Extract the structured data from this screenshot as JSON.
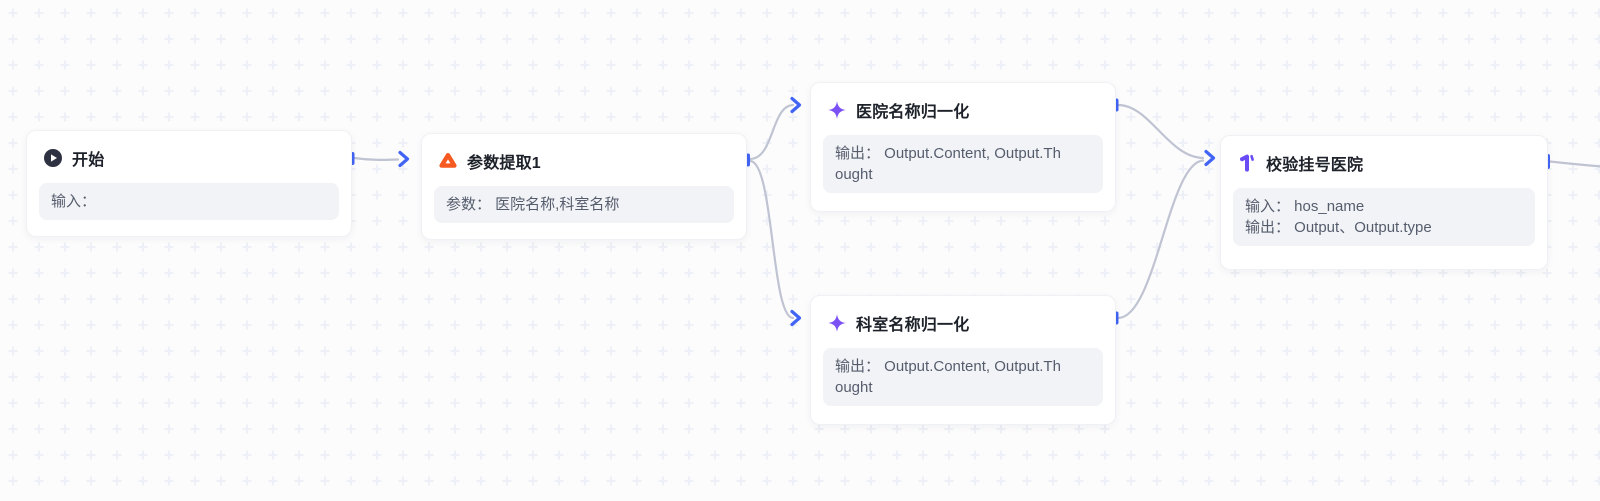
{
  "canvas": {
    "background_color": "#fcfcfd",
    "grid_cross_color": "#edf0f6",
    "edge_color": "#c0c4d2",
    "port_color": "#4264f5"
  },
  "nodes": [
    {
      "key": "start",
      "title": "开始",
      "icon": "play-circle-icon",
      "icon_color": "#2e3142",
      "body": [
        "输入："
      ]
    },
    {
      "key": "param-extract",
      "title": "参数提取1",
      "icon": "extractor-icon",
      "icon_color": "#f65a20",
      "body": [
        "参数： 医院名称,科室名称"
      ]
    },
    {
      "key": "hospital-normalize",
      "title": "医院名称归一化",
      "icon": "sparkle-icon",
      "icon_color": "#7b50f4",
      "body": [
        "输出： Output.Content, Output.Thought"
      ]
    },
    {
      "key": "department-normalize",
      "title": "科室名称归一化",
      "icon": "sparkle-icon",
      "icon_color": "#7b50f4",
      "body": [
        "输出： Output.Content, Output.Thought"
      ]
    },
    {
      "key": "verify-hospital",
      "title": "校验挂号医院",
      "icon": "plugin-one-icon",
      "icon_color": "#6a4cf7",
      "body": [
        "输入： hos_name",
        "输出： Output、Output.type"
      ]
    }
  ],
  "edges": [
    {
      "from": "start",
      "to": "param-extract"
    },
    {
      "from": "param-extract",
      "to": "hospital-normalize"
    },
    {
      "from": "param-extract",
      "to": "department-normalize"
    },
    {
      "from": "hospital-normalize",
      "to": "verify-hospital"
    },
    {
      "from": "department-normalize",
      "to": "verify-hospital"
    },
    {
      "from": "verify-hospital",
      "to": ""
    }
  ]
}
